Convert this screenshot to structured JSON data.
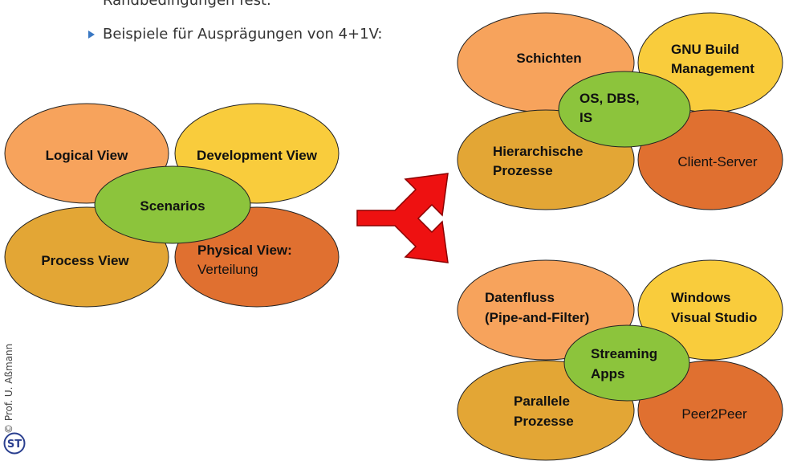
{
  "slide": {
    "partial_line": "Randbedingungen fest.",
    "bullet": "Beispiele für Ausprägungen von 4+1V:",
    "copyright": "© Prof. U. Aßmann",
    "logo_text": "ST"
  },
  "model_4plus1": {
    "logical": "Logical View",
    "development": "Development View",
    "process": "Process View",
    "physical_line1": "Physical View:",
    "physical_line2": "Verteilung",
    "center": "Scenarios"
  },
  "example_top": {
    "tl": "Schichten",
    "tr_line1": "GNU Build",
    "tr_line2": "Management",
    "bl_line1": "Hierarchische",
    "bl_line2": "Prozesse",
    "br": "Client-Server",
    "center_line1": "OS, DBS,",
    "center_line2": "IS"
  },
  "example_bottom": {
    "tl_line1": "Datenfluss",
    "tl_line2": "(Pipe-and-Filter)",
    "tr_line1": "Windows",
    "tr_line2": "Visual Studio",
    "bl_line1": "Parallele",
    "bl_line2": "Prozesse",
    "br": "Peer2Peer",
    "center_line1": "Streaming",
    "center_line2": "Apps"
  },
  "colors": {
    "light_orange": "#f7a35c",
    "yellow": "#f9cc3c",
    "mustard": "#e3a635",
    "dark_orange": "#e07030",
    "green": "#8cc43c",
    "arrow_red": "#ee1111",
    "bullet_blue": "#3a78c3"
  }
}
